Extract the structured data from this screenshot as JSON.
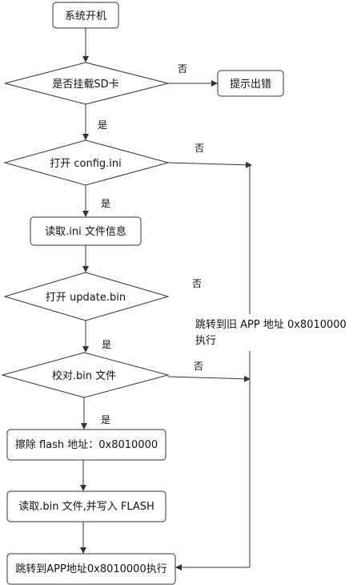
{
  "nodes": {
    "start": "系统开机",
    "check_sd": "是否挂载SD卡",
    "show_error": "提示出错",
    "open_config": "打开 config.ini",
    "read_ini": "读取.ini 文件信息",
    "open_update": "打开 update.bin",
    "verify_bin": "校对.bin 文件",
    "erase_flash": "擦除 flash 地址：0x8010000",
    "read_write": "读取.bin 文件,并写入 FLASH",
    "jump_new": "跳转到APP地址0x8010000执行"
  },
  "side_note": {
    "line1": "跳转到旧 APP 地址 0x8010000",
    "line2": "执行"
  },
  "labels": {
    "no_sd": "否",
    "yes_sd": "是",
    "no_config": "否",
    "yes_config": "是",
    "no_update": "否",
    "yes_verify": "是",
    "no_verify": "否",
    "yes_erase": "是"
  }
}
